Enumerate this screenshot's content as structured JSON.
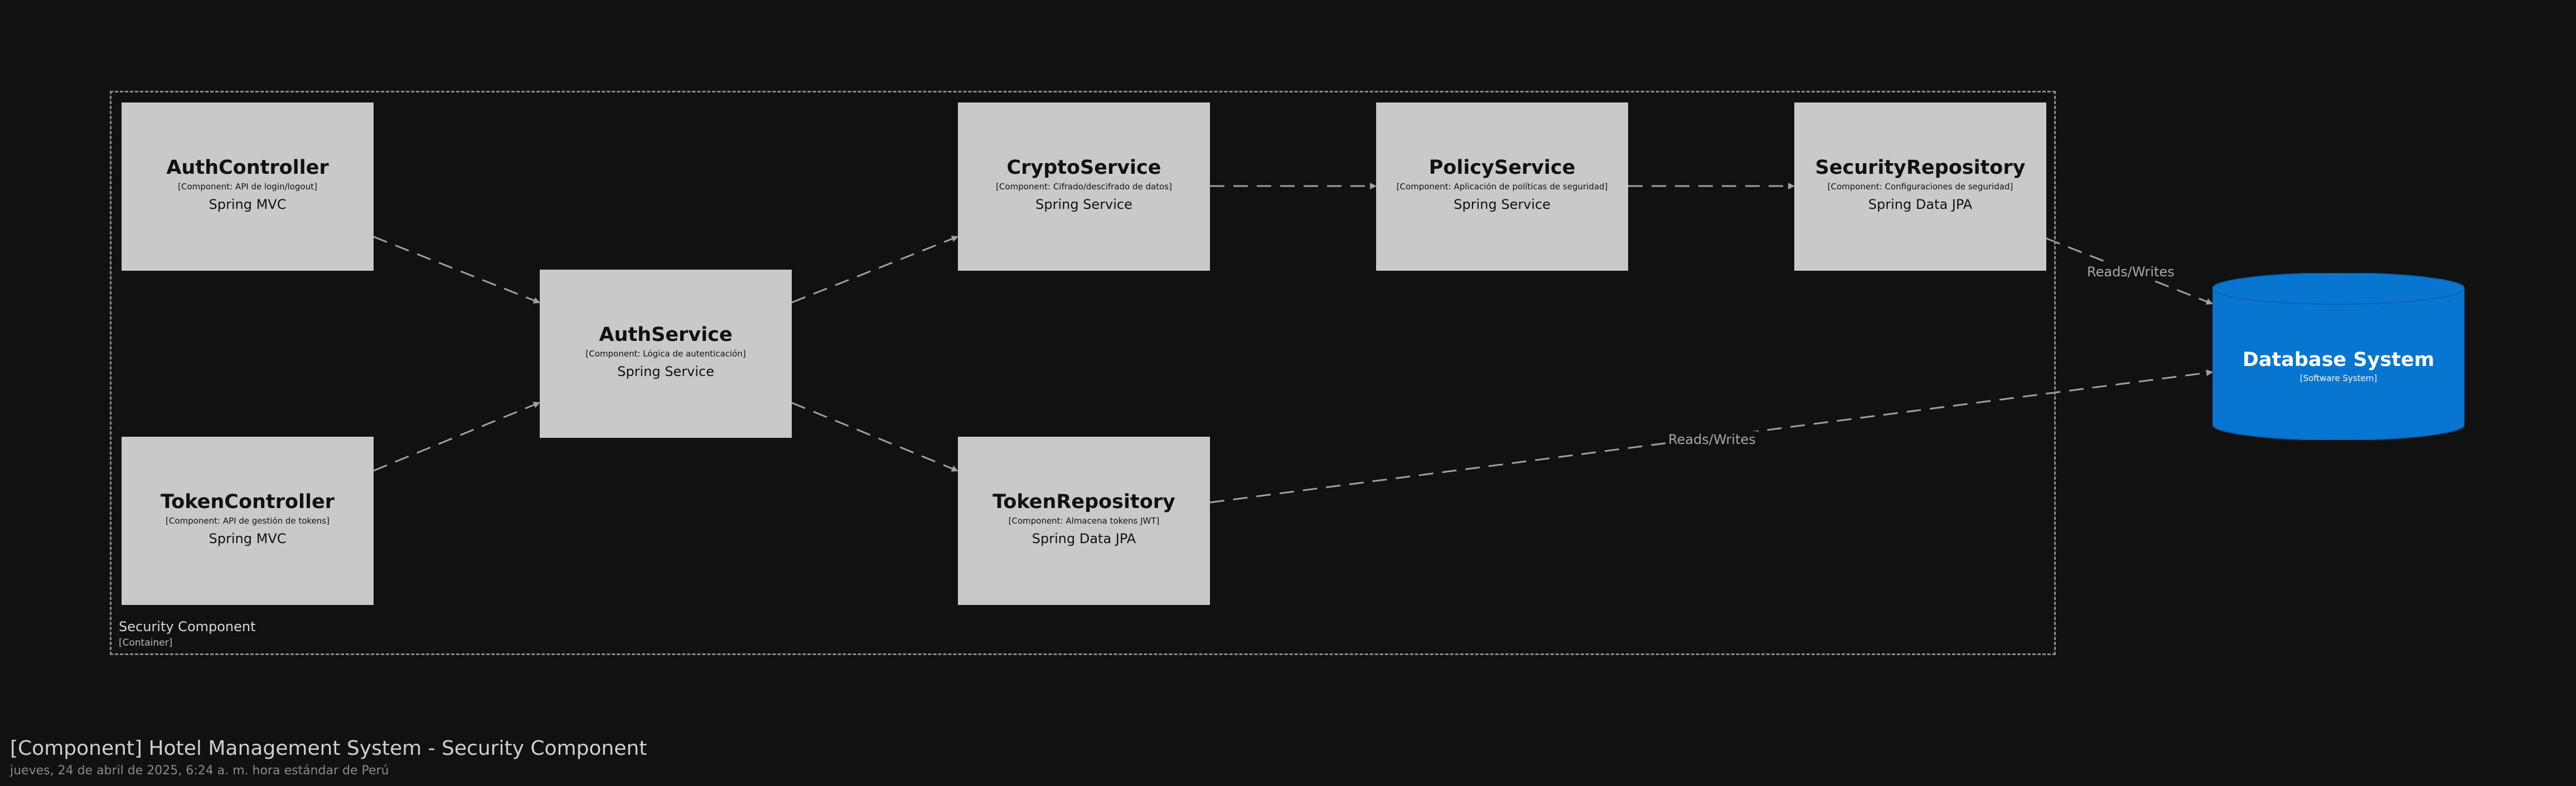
{
  "diagram": {
    "title": "[Component] Hotel Management System - Security Component",
    "date": "jueves, 24 de abril de 2025, 6:24 a. m. hora estándar de Perú",
    "boundary": {
      "name": "Security Component",
      "type": "[Container]"
    },
    "components": {
      "auth_controller": {
        "name": "AuthController",
        "description": "[Component: API de login/logout]",
        "technology": "Spring MVC"
      },
      "token_controller": {
        "name": "TokenController",
        "description": "[Component: API de gestión de tokens]",
        "technology": "Spring MVC"
      },
      "auth_service": {
        "name": "AuthService",
        "description": "[Component: Lógica de autenticación]",
        "technology": "Spring Service"
      },
      "crypto_service": {
        "name": "CryptoService",
        "description": "[Component: Cifrado/descifrado de datos]",
        "technology": "Spring Service"
      },
      "token_repository": {
        "name": "TokenRepository",
        "description": "[Component: Almacena tokens JWT]",
        "technology": "Spring Data JPA"
      },
      "policy_service": {
        "name": "PolicyService",
        "description": "[Component: Aplicación de políticas de seguridad]",
        "technology": "Spring Service"
      },
      "security_repository": {
        "name": "SecurityRepository",
        "description": "[Component: Configuraciones de seguridad]",
        "technology": "Spring Data JPA"
      }
    },
    "database": {
      "name": "Database System",
      "type": "[Software System]",
      "color": "#0875d0"
    },
    "relationships": [
      {
        "from": "AuthController",
        "to": "AuthService",
        "label": ""
      },
      {
        "from": "TokenController",
        "to": "AuthService",
        "label": ""
      },
      {
        "from": "AuthService",
        "to": "CryptoService",
        "label": ""
      },
      {
        "from": "AuthService",
        "to": "TokenRepository",
        "label": ""
      },
      {
        "from": "CryptoService",
        "to": "PolicyService",
        "label": ""
      },
      {
        "from": "PolicyService",
        "to": "SecurityRepository",
        "label": ""
      },
      {
        "from": "SecurityRepository",
        "to": "Database System",
        "label": "Reads/Writes"
      },
      {
        "from": "TokenRepository",
        "to": "Database System",
        "label": "Reads/Writes"
      }
    ],
    "colors": {
      "background": "#111111",
      "component_fill": "#c9c9c9",
      "boundary_stroke": "#8a8a8a",
      "edge": "#a0a0a0"
    }
  }
}
